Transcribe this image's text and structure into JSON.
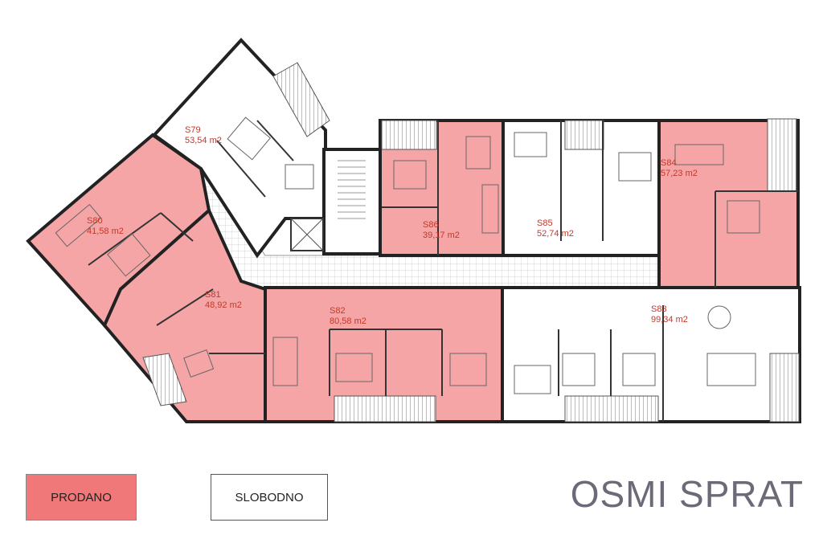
{
  "floor_title": "OSMI SPRAT",
  "legend": {
    "sold_label": "PRODANO",
    "free_label": "SLOBODNO",
    "sold_color": "#f07878",
    "free_color": "#ffffff"
  },
  "units": [
    {
      "id": "S79",
      "area": "53,54 m2",
      "status": "free"
    },
    {
      "id": "S80",
      "area": "41,58 m2",
      "status": "sold"
    },
    {
      "id": "S81",
      "area": "48,92 m2",
      "status": "sold"
    },
    {
      "id": "S82",
      "area": "80,58 m2",
      "status": "sold"
    },
    {
      "id": "S83",
      "area": "99,34 m2",
      "status": "free"
    },
    {
      "id": "S84",
      "area": "57,23 m2",
      "status": "sold"
    },
    {
      "id": "S85",
      "area": "52,74 m2",
      "status": "free"
    },
    {
      "id": "S86",
      "area": "39,17 m2",
      "status": "sold"
    }
  ]
}
